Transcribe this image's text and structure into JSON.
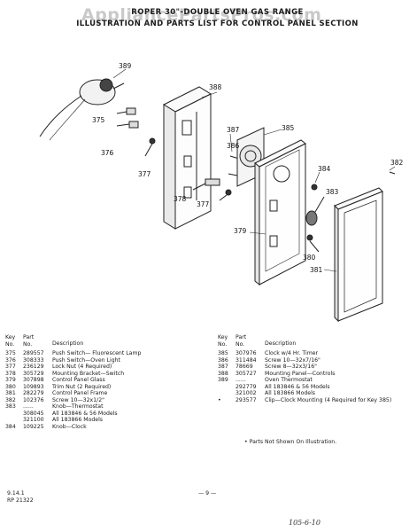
{
  "watermark": "AppliancePartsPros.com",
  "title_line1": "ROPER 30\"-DOUBLE OVEN GAS RANGE",
  "title_line2": "ILLUSTRATION AND PARTS LIST FOR CONTROL PANEL SECTION",
  "callouts": [
    "389",
    "388",
    "375",
    "376",
    "377",
    "387",
    "385",
    "386",
    "378",
    "377",
    "384",
    "382",
    "383",
    "379",
    "380",
    "381"
  ],
  "headers": {
    "key_top": "Key",
    "key_bottom": "No.",
    "part_top": "Part",
    "part_bottom": "No.",
    "desc": "Description"
  },
  "left_rows": [
    {
      "key": "375",
      "part": "289557",
      "desc": "Push Switch— Fluorescent Lamp"
    },
    {
      "key": "376",
      "part": "308333",
      "desc": "Push Switch—Oven Light"
    },
    {
      "key": "377",
      "part": "236129",
      "desc": "Lock Nut (4 Required)"
    },
    {
      "key": "378",
      "part": "305729",
      "desc": "Mounting Bracket—Switch"
    },
    {
      "key": "379",
      "part": "307898",
      "desc": "Control Panel Glass"
    },
    {
      "key": "380",
      "part": "109893",
      "desc": "Trim Nut (2 Required)"
    },
    {
      "key": "381",
      "part": "282279",
      "desc": "Control Panel Frame"
    },
    {
      "key": "382",
      "part": "102376",
      "desc": "Screw 10—32x1/2\""
    },
    {
      "key": "383",
      "part": "......",
      "desc": "Knob—Thermostat"
    },
    {
      "key": "",
      "part": "308045",
      "desc": "All 183846 & 56 Models"
    },
    {
      "key": "",
      "part": "321100",
      "desc": "All 183866 Models"
    },
    {
      "key": "384",
      "part": "109225",
      "desc": "Knob—Clock"
    }
  ],
  "right_rows": [
    {
      "key": "385",
      "part": "307976",
      "desc": "Clock w/4 Hr. Timer"
    },
    {
      "key": "386",
      "part": "311484",
      "desc": "Screw 10—32x7/16\""
    },
    {
      "key": "387",
      "part": "78669",
      "desc": "Screw 8—32x3/16\""
    },
    {
      "key": "388",
      "part": "305727",
      "desc": "Mounting Panel—Controls"
    },
    {
      "key": "389",
      "part": "......",
      "desc": "Oven Thermostat"
    },
    {
      "key": "",
      "part": "292779",
      "desc": "All 183846 & 56 Models"
    },
    {
      "key": "",
      "part": "321002",
      "desc": "All 183866 Models"
    },
    {
      "key": "•",
      "part": "293577",
      "desc": "Clip—Clock Mounting (4 Required for Key 385)"
    }
  ],
  "note": "•   Parts Not Shown On Illustration.",
  "footer_date": "9.14.1",
  "footer_code": "RP 21322",
  "page_number": "— 9 —",
  "handwritten": "105-6-10"
}
